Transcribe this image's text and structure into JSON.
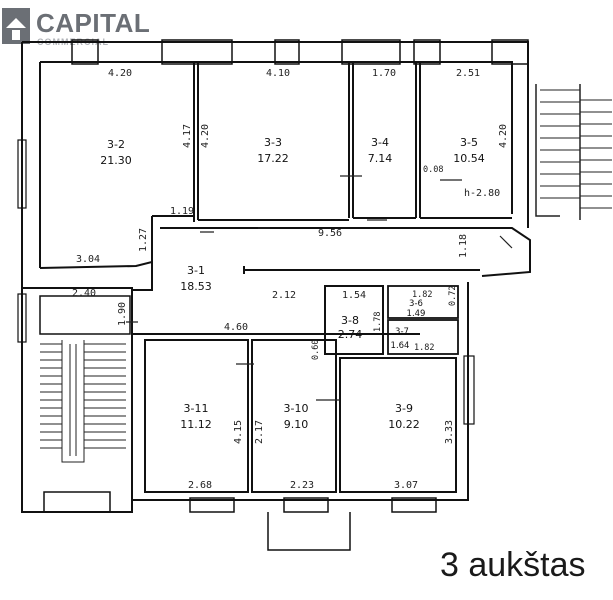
{
  "logo": {
    "name": "CAPITAL",
    "sub": "COMMERCIAL",
    "accent": "#6b6f75"
  },
  "floor_label": "3 aukštas",
  "height_note": "h-2.80",
  "rooms": [
    {
      "id": "3-2",
      "area": "21.30"
    },
    {
      "id": "3-3",
      "area": "17.22"
    },
    {
      "id": "3-4",
      "area": "7.14"
    },
    {
      "id": "3-5",
      "area": "10.54"
    },
    {
      "id": "3-1",
      "area": "18.53"
    },
    {
      "id": "3-8",
      "area": "2.74"
    },
    {
      "id": "3-6",
      "area": "1.49"
    },
    {
      "id": "3-7",
      "area": "1.64"
    },
    {
      "id": "3-11",
      "area": "11.12"
    },
    {
      "id": "3-10",
      "area": "9.10"
    },
    {
      "id": "3-9",
      "area": "10.22"
    }
  ],
  "dimensions": [
    "4.20",
    "4.10",
    "1.70",
    "2.51",
    "4.17",
    "4.20",
    "4.20",
    "0.08",
    "1.19",
    "1.27",
    "3.04",
    "9.56",
    "1.18",
    "2.40",
    "1.90",
    "2.12",
    "1.54",
    "1.78",
    "1.82",
    "0.72",
    "4.60",
    "0.60",
    "1.82",
    "4.15",
    "2.17",
    "3.33",
    "2.68",
    "2.23",
    "3.07"
  ]
}
